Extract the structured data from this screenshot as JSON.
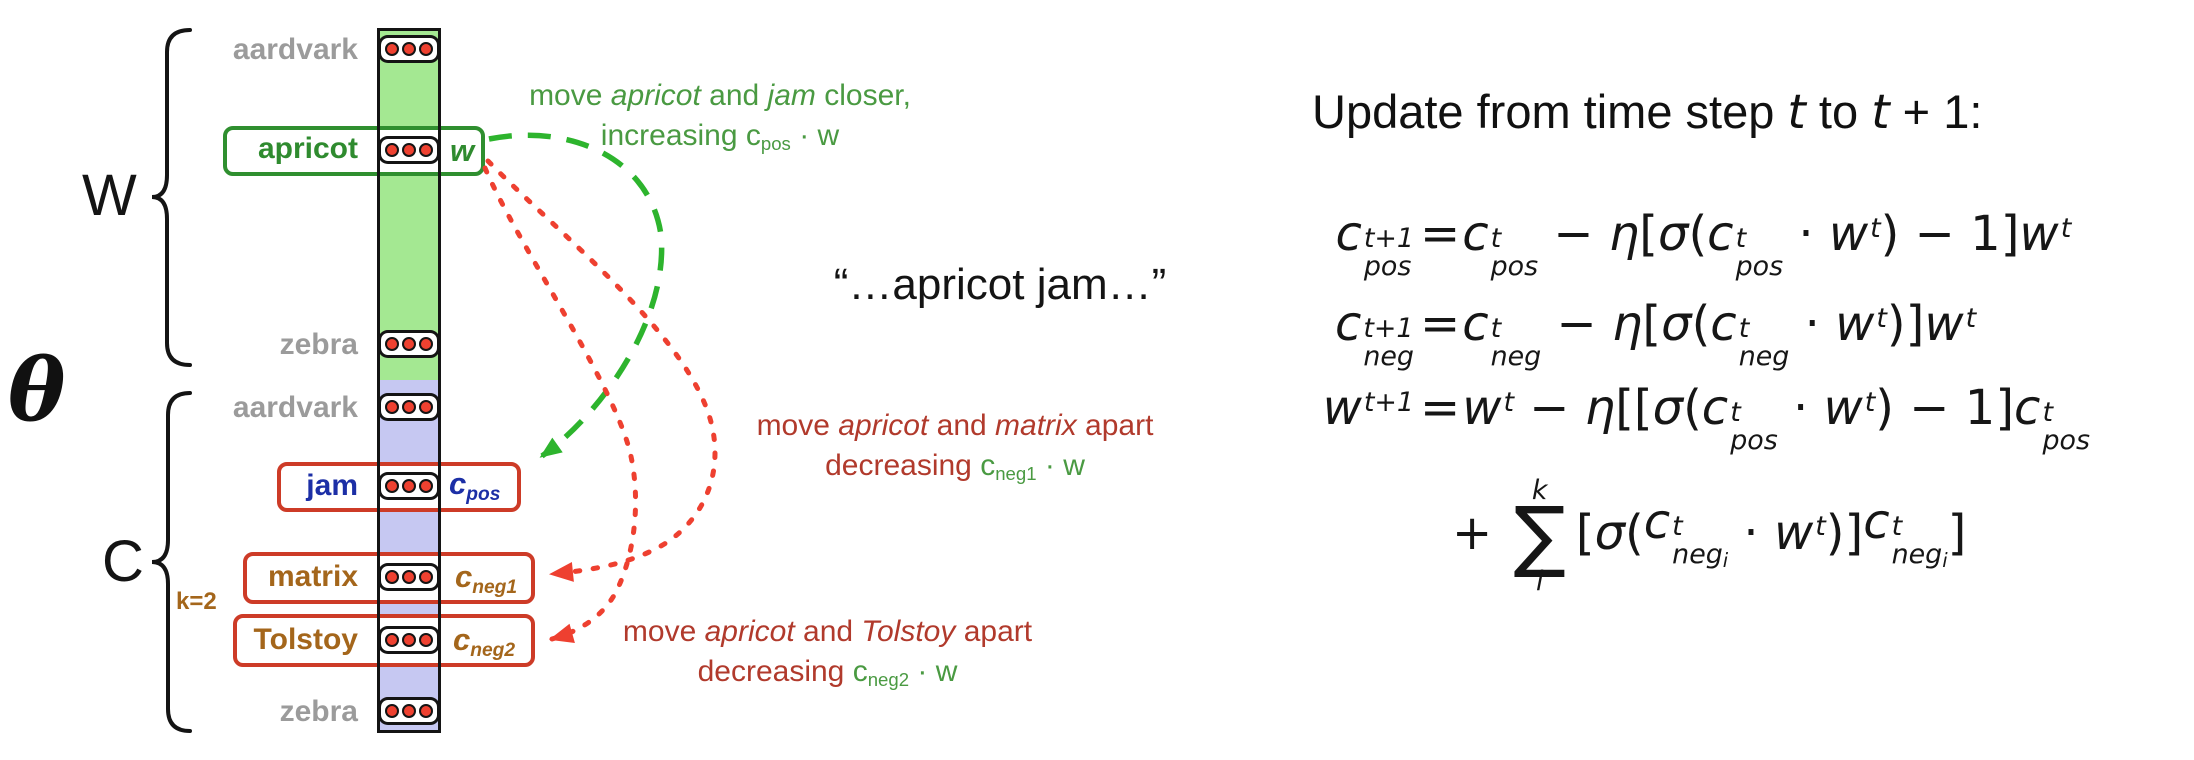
{
  "diagram": {
    "theta": "θ",
    "w_matrix": "W",
    "c_matrix": "C",
    "k": "k=2",
    "rows": [
      {
        "label": "aardvark"
      },
      {
        "label": "apricot",
        "vec": "w"
      },
      {
        "label": "zebra"
      },
      {
        "label": "aardvark"
      },
      {
        "label": "jam",
        "vec": "c",
        "vec_sub": "pos"
      },
      {
        "label": "matrix",
        "vec": "c",
        "vec_sub": "neg1"
      },
      {
        "label": "Tolstoy",
        "vec": "c",
        "vec_sub": "neg2"
      },
      {
        "label": "zebra"
      }
    ]
  },
  "annotations": {
    "positive": {
      "line1": [
        "move ",
        "apricot",
        " and ",
        "jam",
        " closer,"
      ],
      "line2_head": "increasing ",
      "line2_c": "c",
      "line2_sub": "pos",
      "line2_tail": " · w"
    },
    "negative1": {
      "line1": [
        "move ",
        "apricot",
        " and ",
        "matrix",
        " apart"
      ],
      "line2_head": "decreasing ",
      "line2_c": "c",
      "line2_sub": "neg1",
      "line2_tail": " · w"
    },
    "negative2": {
      "line1": [
        "move ",
        "apricot",
        " and ",
        "Tolstoy",
        " apart"
      ],
      "line2_head": "decreasing ",
      "line2_c": "c",
      "line2_sub": "neg2",
      "line2_tail": " · w"
    }
  },
  "context_quote": "“…apricot jam…”",
  "update": {
    "title": {
      "a": "Update from time step ",
      "t1": "t",
      "b": " to ",
      "t2": "t",
      "c": " + 1:"
    },
    "rows": [
      {
        "lhs": [
          {
            "v": "c",
            "sup": "t+1",
            "sub": "pos"
          }
        ],
        "eq": "=",
        "rhs": [
          {
            "v": "c",
            "sup": "t",
            "sub": "pos"
          },
          {
            "v": " − ",
            "up": true
          },
          {
            "v": "η"
          },
          {
            "v": "[",
            "up": true
          },
          {
            "v": "σ"
          },
          {
            "v": "(",
            "up": true
          },
          {
            "v": "c",
            "sup": "t",
            "sub": "pos"
          },
          {
            "v": " · ",
            "up": true
          },
          {
            "v": "w",
            "sup": "t"
          },
          {
            "v": ")",
            "up": true
          },
          {
            "v": " − 1",
            "up": true
          },
          {
            "v": "]",
            "up": true
          },
          {
            "v": "w",
            "sup": "t"
          }
        ]
      },
      {
        "lhs": [
          {
            "v": "c",
            "sup": "t+1",
            "sub": "neg"
          }
        ],
        "eq": "=",
        "rhs": [
          {
            "v": "c",
            "sup": "t",
            "sub": "neg"
          },
          {
            "v": " − ",
            "up": true
          },
          {
            "v": "η"
          },
          {
            "v": "[",
            "up": true
          },
          {
            "v": "σ"
          },
          {
            "v": "(",
            "up": true
          },
          {
            "v": "c",
            "sup": "t",
            "sub": "neg"
          },
          {
            "v": " · ",
            "up": true
          },
          {
            "v": "w",
            "sup": "t"
          },
          {
            "v": ")]",
            "up": true
          },
          {
            "v": "w",
            "sup": "t"
          }
        ]
      },
      {
        "lhs": [
          {
            "v": "w",
            "sup": "t+1"
          }
        ],
        "eq": "=",
        "rhs": [
          {
            "v": "w",
            "sup": "t"
          },
          {
            "v": " − ",
            "up": true
          },
          {
            "v": "η"
          },
          {
            "v": "[[",
            "up": true
          },
          {
            "v": "σ"
          },
          {
            "v": "(",
            "up": true
          },
          {
            "v": "c",
            "sup": "t",
            "sub": "pos"
          },
          {
            "v": " · ",
            "up": true
          },
          {
            "v": "w",
            "sup": "t"
          },
          {
            "v": ")",
            "up": true
          },
          {
            "v": " − 1",
            "up": true
          },
          {
            "v": "]",
            "up": true
          },
          {
            "v": "c",
            "sup": "t",
            "sub": "pos"
          }
        ]
      },
      {
        "rhs": [
          {
            "v": "+ ",
            "up": true
          },
          {
            "sum": true,
            "top": "k",
            "bot": "i",
            "sig": "∑"
          },
          {
            "v": "[",
            "up": true
          },
          {
            "v": "σ"
          },
          {
            "v": "(",
            "up": true
          },
          {
            "v": "c",
            "sup": "t",
            "sub": "neg",
            "sub2": "i"
          },
          {
            "v": " · ",
            "up": true
          },
          {
            "v": "w",
            "sup": "t"
          },
          {
            "v": ")]",
            "up": true
          },
          {
            "v": "c",
            "sup": "t",
            "sub": "neg",
            "sub2": "i"
          },
          {
            "v": "]",
            "up": true
          }
        ]
      }
    ]
  },
  "colors": {
    "green_fill": "#a4e892",
    "blue_fill": "#c6c8f2",
    "box_green": "#2f8f2f",
    "box_red": "#cd3b27",
    "arrow_green": "#2db42d",
    "arrow_red": "#ee4030",
    "text_green": "#4a9a42",
    "text_red": "#b13a2c",
    "word_blue": "#1c2fa6",
    "word_brown": "#a4661b",
    "word_gray": "#9b9b9b",
    "dot_red": "#ee4130"
  }
}
